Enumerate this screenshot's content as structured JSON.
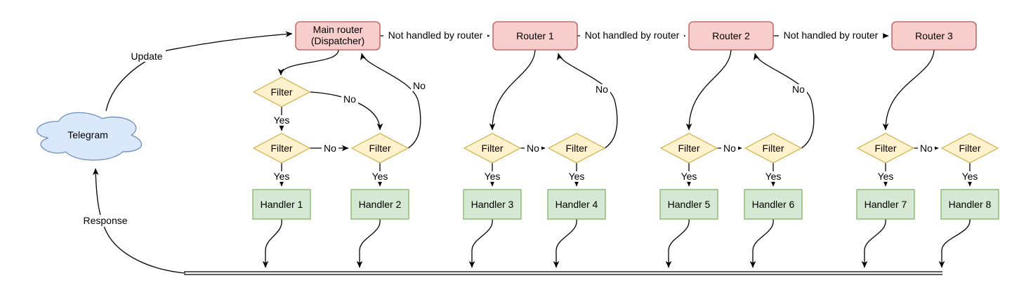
{
  "colors": {
    "cloud_fill": "#dae8fc",
    "cloud_stroke": "#6c8ebf",
    "router_fill": "#f8cecc",
    "router_stroke": "#b85450",
    "filter_fill": "#fff2cc",
    "filter_stroke": "#d6b656",
    "handler_fill": "#d5e8d4",
    "handler_stroke": "#82b366",
    "edge_color": "#000000"
  },
  "nodes": {
    "telegram": "Telegram",
    "dispatcher": {
      "line1": "Main router",
      "line2": "(Dispatcher)"
    },
    "routers": [
      "Router 1",
      "Router 2",
      "Router 3"
    ],
    "filter_label": "Filter",
    "handlers": [
      "Handler 1",
      "Handler 2",
      "Handler 3",
      "Handler 4",
      "Handler 5",
      "Handler 6",
      "Handler 7",
      "Handler 8"
    ]
  },
  "edge_labels": {
    "update": "Update",
    "response": "Response",
    "not_handled": "Not handled by router",
    "yes": "Yes",
    "no": "No"
  }
}
